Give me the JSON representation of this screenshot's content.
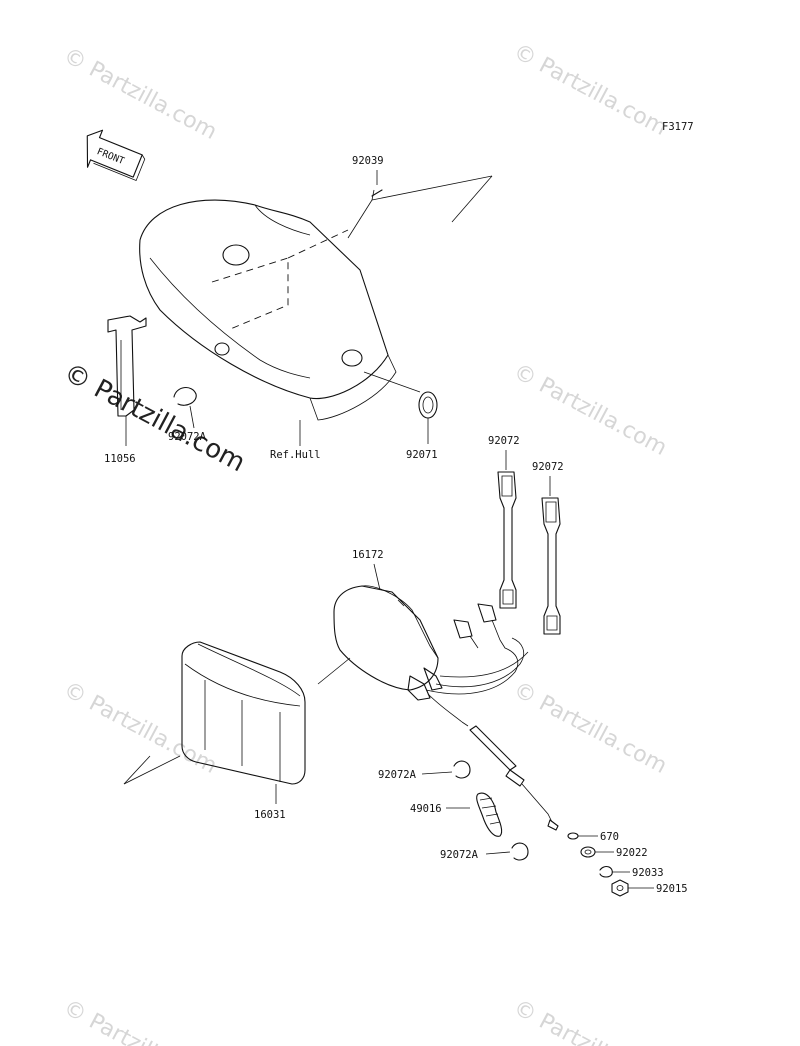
{
  "figure_code": "F3177",
  "front_label": "FRONT",
  "watermark": "© Partzilla.com",
  "labels": {
    "p92039": "92039",
    "p11056": "11056",
    "p92072A_top": "92072A",
    "refhull": "Ref.Hull",
    "p92071": "92071",
    "p92072_a": "92072",
    "p92072_b": "92072",
    "p16172": "16172",
    "p16031": "16031",
    "p92072A_mid": "92072A",
    "p49016": "49016",
    "p92072A_bot": "92072A",
    "p670": "670",
    "p92022": "92022",
    "p92033": "92033",
    "p92015": "92015"
  }
}
